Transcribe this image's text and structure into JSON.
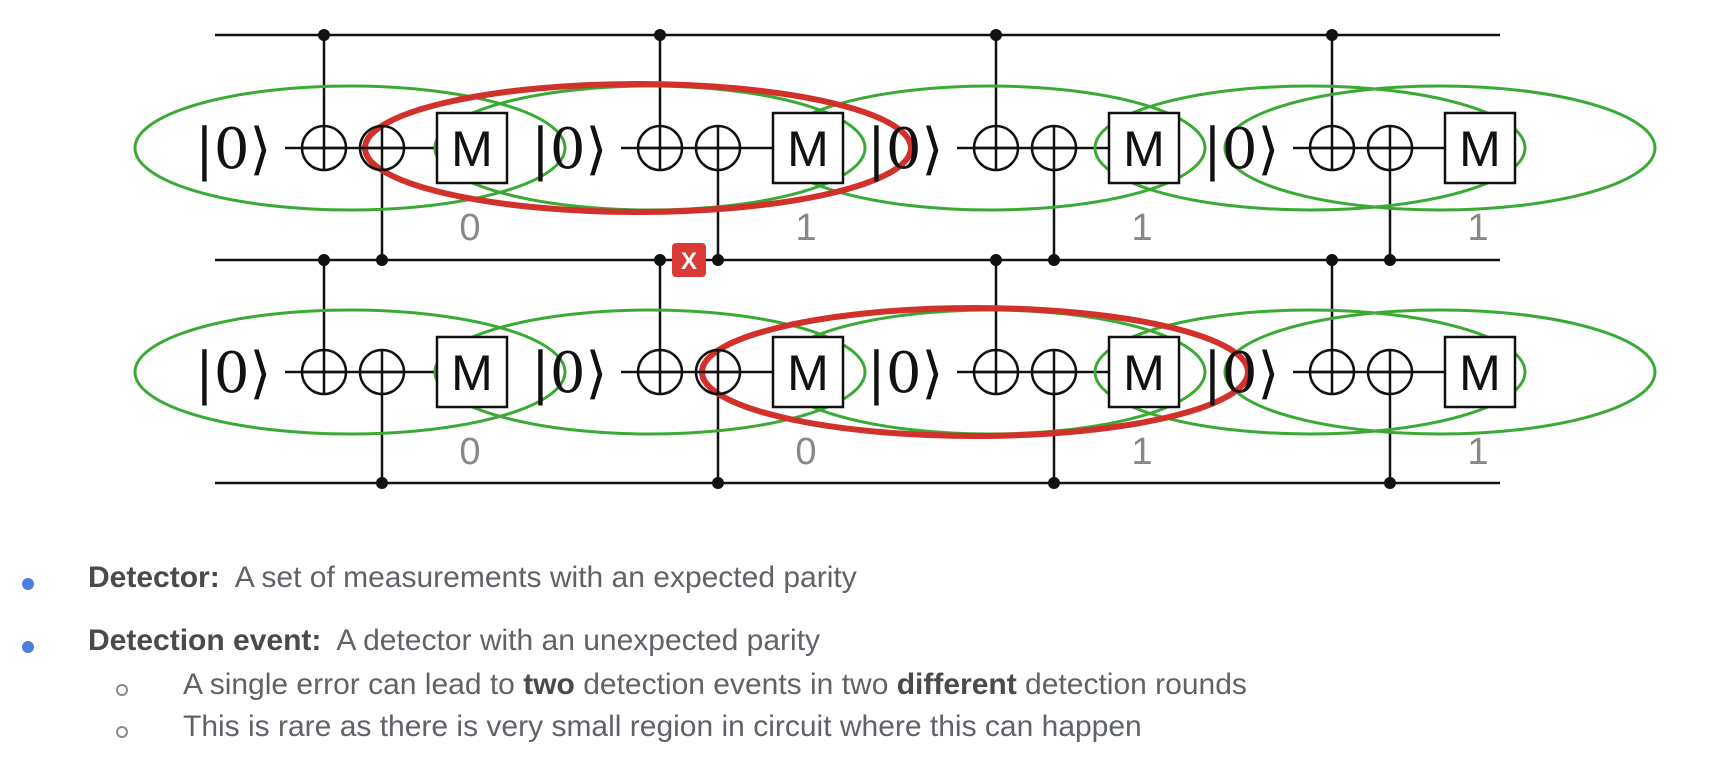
{
  "diagram": {
    "ket_label": "|0⟩",
    "measure_label": "M",
    "error_label": "X",
    "round_outcomes": {
      "row1": [
        "0",
        "1",
        "1",
        "1"
      ],
      "row2": [
        "0",
        "0",
        "1",
        "1"
      ]
    },
    "colors": {
      "wire": "#111111",
      "detector": "#3aaa35",
      "detection_event": "#d2302b",
      "error_badge": "#d93a35",
      "outcome_text": "#888888"
    }
  },
  "notes": {
    "b1_term": "Detector:",
    "b1_desc": "A set of measurements with an expected parity",
    "b2_term": "Detection event:",
    "b2_desc": "A detector with an unexpected parity",
    "s1_pre": "A single error can lead to ",
    "s1_bold1": "two",
    "s1_mid": " detection events in two ",
    "s1_bold2": "different",
    "s1_post": " detection rounds",
    "s2": "This is rare as there is very small region in circuit where this can happen",
    "bullet_color": "#4a7fe0",
    "text_color": "#5f6368"
  }
}
